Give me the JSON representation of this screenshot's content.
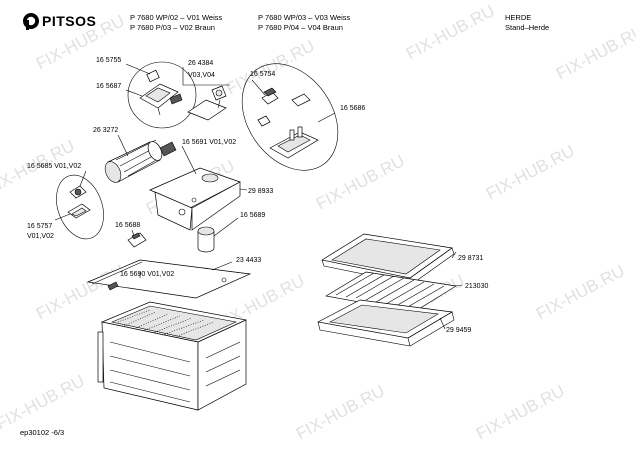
{
  "header": {
    "brand": "PITSOS",
    "models_col1": [
      "P 7680 WP/02 – V01 Weiss",
      "P 7680 P/03 – V02 Braun"
    ],
    "models_col2": [
      "P 7680 WP/03 – V03 Weiss",
      "P 7680 P/04 – V04 Braun"
    ],
    "category": [
      "HERDE",
      "Stand–Herde"
    ]
  },
  "part_labels": {
    "p165755": "16 5755",
    "p165687": "16 5687",
    "p264384": "26 4384",
    "p264384_var": "V03,V04",
    "p165754": "16 5754",
    "p165686": "16 5686",
    "p263272": "26 3272",
    "p165691": "16 5691 V01,V02",
    "p165685": "16 5685 V01,V02",
    "p298933": "29 8933",
    "p165757": "16 5757",
    "p165757_var": "V01,V02",
    "p165688": "16 5688",
    "p165689": "16 5689",
    "p165690": "16 5690 V01,V02",
    "p234433": "23 4433",
    "p298731": "29 8731",
    "p213030": "213030",
    "p299459": "29 9459"
  },
  "footer": {
    "code": "ep30102 -6/3"
  },
  "watermark": "FIX-HUB.RU"
}
